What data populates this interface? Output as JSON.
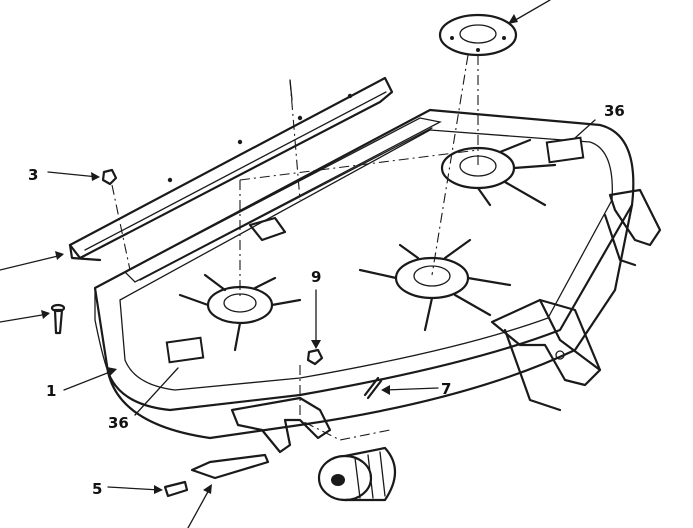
{
  "callouts": {
    "c3": "3",
    "c36_top": "36",
    "c9": "9",
    "c1": "1",
    "c36_bottom": "36",
    "c7": "7",
    "c5": "5"
  },
  "colors": {
    "ink": "#1a1a1a",
    "paper": "#ffffff"
  }
}
